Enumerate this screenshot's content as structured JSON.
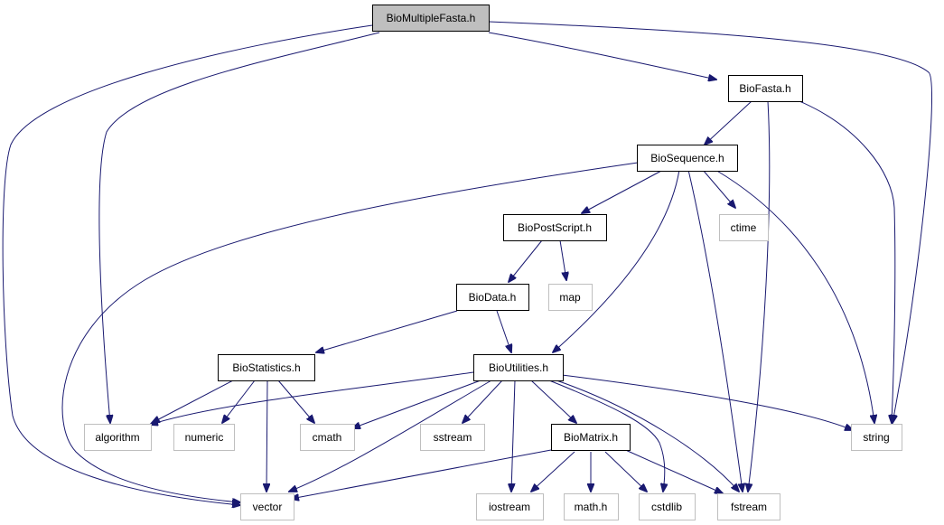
{
  "diagram": {
    "colors": {
      "edge": "#191970",
      "root_fill": "#bfbfbf",
      "project_border": "#000000",
      "system_border": "#bfbfbf"
    },
    "nodes": [
      {
        "id": "biomultiplefasta",
        "label": "BioMultipleFasta.h",
        "kind": "root"
      },
      {
        "id": "biofasta",
        "label": "BioFasta.h",
        "kind": "project"
      },
      {
        "id": "biosequence",
        "label": "BioSequence.h",
        "kind": "project"
      },
      {
        "id": "biopostscript",
        "label": "BioPostScript.h",
        "kind": "project"
      },
      {
        "id": "ctime",
        "label": "ctime",
        "kind": "system"
      },
      {
        "id": "biodata",
        "label": "BioData.h",
        "kind": "project"
      },
      {
        "id": "map",
        "label": "map",
        "kind": "system"
      },
      {
        "id": "biostatistics",
        "label": "BioStatistics.h",
        "kind": "project"
      },
      {
        "id": "bioutilities",
        "label": "BioUtilities.h",
        "kind": "project"
      },
      {
        "id": "algorithm",
        "label": "algorithm",
        "kind": "system"
      },
      {
        "id": "numeric",
        "label": "numeric",
        "kind": "system"
      },
      {
        "id": "cmath",
        "label": "cmath",
        "kind": "system"
      },
      {
        "id": "sstream",
        "label": "sstream",
        "kind": "system"
      },
      {
        "id": "biomatrix",
        "label": "BioMatrix.h",
        "kind": "project"
      },
      {
        "id": "string",
        "label": "string",
        "kind": "system"
      },
      {
        "id": "vector",
        "label": "vector",
        "kind": "system"
      },
      {
        "id": "iostream",
        "label": "iostream",
        "kind": "system"
      },
      {
        "id": "mathh",
        "label": "math.h",
        "kind": "system"
      },
      {
        "id": "cstdlib",
        "label": "cstdlib",
        "kind": "system"
      },
      {
        "id": "fstream",
        "label": "fstream",
        "kind": "system"
      }
    ],
    "edges": [
      {
        "from": "biomultiplefasta",
        "to": "biofasta"
      },
      {
        "from": "biomultiplefasta",
        "to": "string"
      },
      {
        "from": "biomultiplefasta",
        "to": "algorithm"
      },
      {
        "from": "biomultiplefasta",
        "to": "vector"
      },
      {
        "from": "biofasta",
        "to": "biosequence"
      },
      {
        "from": "biofasta",
        "to": "string"
      },
      {
        "from": "biofasta",
        "to": "fstream"
      },
      {
        "from": "biosequence",
        "to": "biopostscript"
      },
      {
        "from": "biosequence",
        "to": "ctime"
      },
      {
        "from": "biosequence",
        "to": "bioutilities"
      },
      {
        "from": "biosequence",
        "to": "string"
      },
      {
        "from": "biosequence",
        "to": "fstream"
      },
      {
        "from": "biosequence",
        "to": "vector"
      },
      {
        "from": "biopostscript",
        "to": "biodata"
      },
      {
        "from": "biopostscript",
        "to": "map"
      },
      {
        "from": "biodata",
        "to": "biostatistics"
      },
      {
        "from": "biodata",
        "to": "bioutilities"
      },
      {
        "from": "biostatistics",
        "to": "algorithm"
      },
      {
        "from": "biostatistics",
        "to": "numeric"
      },
      {
        "from": "biostatistics",
        "to": "cmath"
      },
      {
        "from": "biostatistics",
        "to": "vector"
      },
      {
        "from": "bioutilities",
        "to": "algorithm"
      },
      {
        "from": "bioutilities",
        "to": "cmath"
      },
      {
        "from": "bioutilities",
        "to": "sstream"
      },
      {
        "from": "bioutilities",
        "to": "biomatrix"
      },
      {
        "from": "bioutilities",
        "to": "string"
      },
      {
        "from": "bioutilities",
        "to": "vector"
      },
      {
        "from": "bioutilities",
        "to": "iostream"
      },
      {
        "from": "bioutilities",
        "to": "cstdlib"
      },
      {
        "from": "bioutilities",
        "to": "fstream"
      },
      {
        "from": "biomatrix",
        "to": "vector"
      },
      {
        "from": "biomatrix",
        "to": "iostream"
      },
      {
        "from": "biomatrix",
        "to": "mathh"
      },
      {
        "from": "biomatrix",
        "to": "cstdlib"
      },
      {
        "from": "biomatrix",
        "to": "fstream"
      }
    ]
  }
}
